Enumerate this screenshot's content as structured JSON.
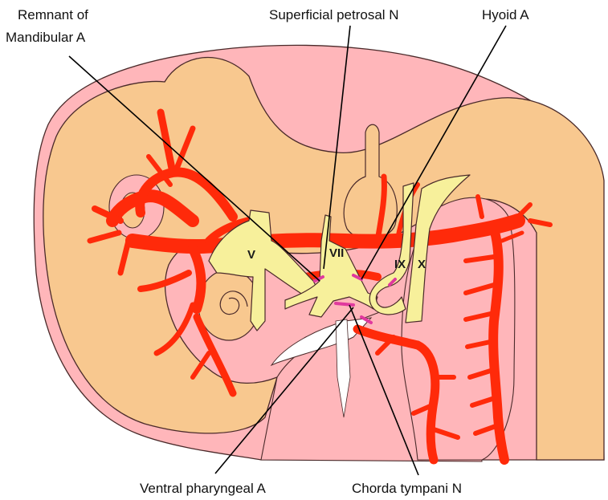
{
  "labels": {
    "mandibular_line1": "Remnant of",
    "mandibular_line2": "Mandibular A",
    "superficial_petrosal": "Superficial petrosal N",
    "hyoid": "Hyoid A",
    "ventral_pharyngeal": "Ventral pharyngeal A",
    "chorda_tympani": "Chorda tympani N"
  },
  "nerve_numerals": {
    "trigeminal": "V",
    "facial": "VII",
    "glossopharyngeal": "IX",
    "vagus": "X"
  },
  "colors": {
    "outer_tissue": "#FFB6BA",
    "neural_tissue": "#F8C88F",
    "artery": "#FF2A0A",
    "nerve": "#F7F09B",
    "highlight": "#E0399E",
    "outline": "#4a2a2a"
  }
}
